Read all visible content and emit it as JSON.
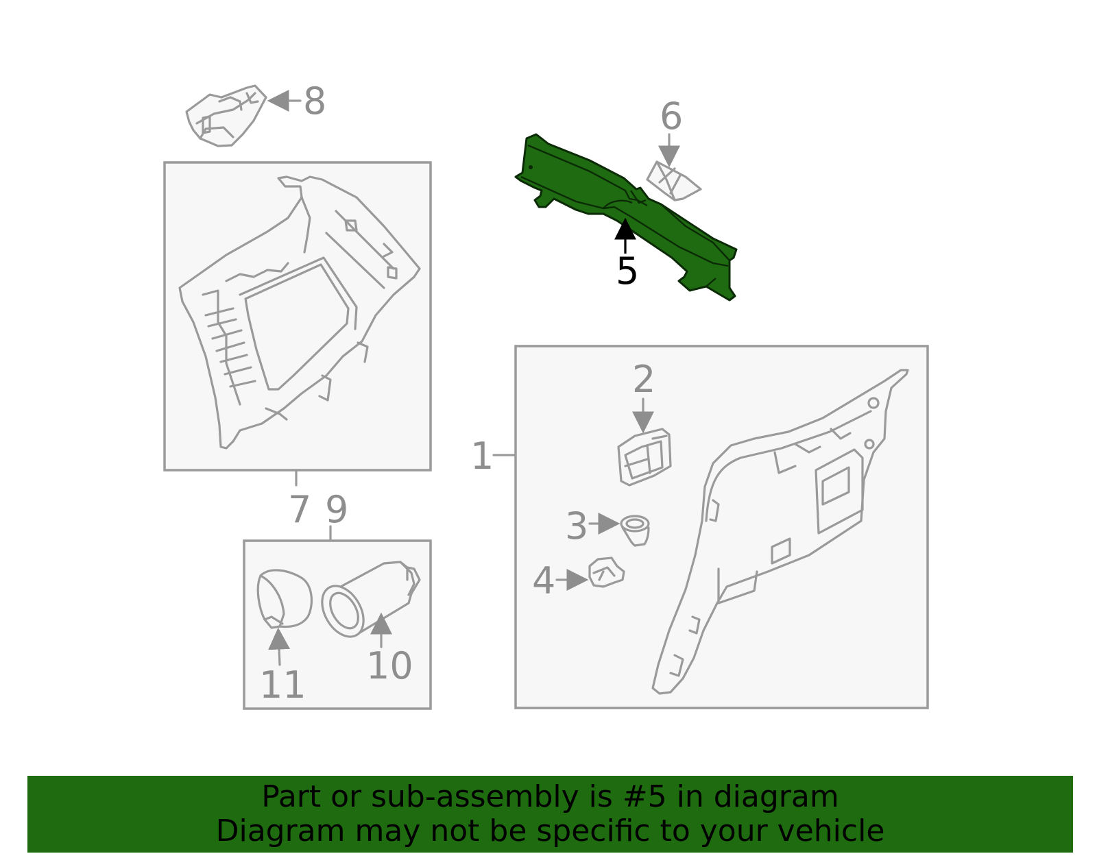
{
  "colors": {
    "line": "#9a9a9a",
    "label": "#8e8e8e",
    "highlight_fill": "#1f6b11",
    "highlight_label": "#000000",
    "banner_bg": "#1e6b10",
    "banner_text": "#000000"
  },
  "callouts": {
    "c1": "1",
    "c2": "2",
    "c3": "3",
    "c4": "4",
    "c5": "5",
    "c6": "6",
    "c7": "7",
    "c8": "8",
    "c9": "9",
    "c10": "10",
    "c11": "11"
  },
  "highlighted_part": "5",
  "banner": {
    "line1": "Part or sub-assembly is #5 in diagram",
    "line2": "Diagram may not be specific to your vehicle"
  }
}
